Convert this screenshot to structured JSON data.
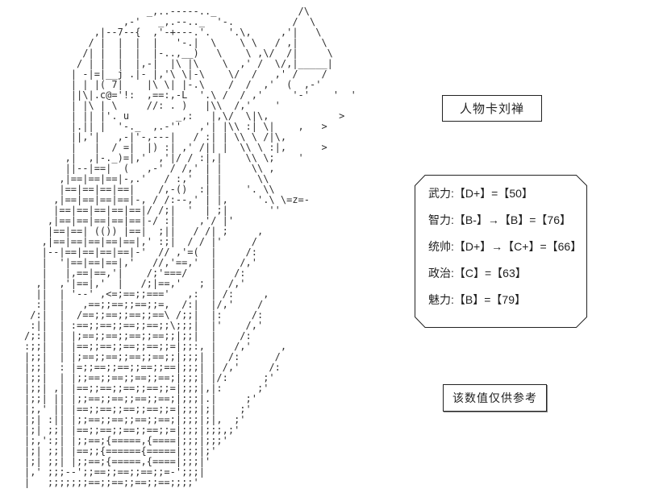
{
  "title": {
    "text": "人物卡刘禅"
  },
  "stats": {
    "items": [
      "武力:【D+】=【50】",
      "智力:【B-】→【B】=【76】",
      "统帅:【D+】→【C+】=【66】",
      "政治:【C】=【63】",
      "魅力:【B】=【79】"
    ]
  },
  "note": {
    "text": "该数值仅供参考"
  },
  "colors": {
    "ink": "#222222",
    "background": "#ffffff"
  },
  "art": {
    "lines": [
      "                     _,..-----.._              /\\",
      "                 ,-'   _,.--.._  '-.          /  \\",
      "            ,|--7--{  ,'-+---.'.   '.\\,     ,'|   \\",
      "           / |  |  |  |   '-.|  \\    \\ \\   / ,|    \\",
      "          /| |  |  |  |-..,__)   \\    \\ ,\\/  /|     \\",
      "         / | |  |  |,-|  |\\ |\\    \\  ,' /  \\/,|_____|",
      "        | -|=|__j .|- |,'\\ \\|-\\    \\/  /   ,' /    /",
      "        | | |( 7|    |\\ \\| |-.\\    /  /  ,'  (  ,-'",
      "        ||\\|.c@='!:  ,==:,-L  '.\\ /  / ,'     '-'    '  '",
      "        | |\\ | \\     //: . )   |\\\\  /,'    '",
      "        | || |'. u        _,:   |,\\/  \\|\\,            >",
      "        |.|| |  '-._  ,.-''   ,'| |\\\\ :| \\|    ,   >",
      "        ||,'|   ,-|'-,---|   / :| | \\\\ \\ /|\\,",
      "        |   |  / =|  |) :| ,' /|| |  \\\\ \\ :|,      >",
      "       ,|  ,|-._)=|,'  ,'|/ / :|,|    \\\\ \\;    '",
      "       ||--|==|  (   ,-' / /,' | |     \\\\ ,",
      "      ,|==|==|==|-,.'   / :,'  | |      \\\\",
      "      |==|==|==|==|    /,-()  :| |    '. \\\\",
      "     ,|==|==|==|==|-, / /:--,' | |,     '.\\ \\=z=-",
      "     |==|==|==|==|==|/ /;|  '  | ;|       ''",
      "    ,|==|==|==|==|==|-/ :|    ,'/ |'",
      "    |==|==| (()) |==|  ;||   / /| ;     ,",
      "   ,|==|==|==|==|==|,' :;|  / / |'     /",
      "   |--|==|==|==|==|-'  // ,'=(  |     /:",
      "   |  '|==|==|==|,'   //,'==,'  |    /,'",
      "   |   |,==|==,'|    /;'===/    |   /:",
      "  ,|  ,'|==|,'  |   /;|==,'   ; |  /,'",
      "  ||  | '--' ,<=;==;;==='   ,:  | /:     ,",
      "  :|  |   ,==;;==;;==;;=,  /:|  |/,'    /",
      " /:|  |  /==;;==;;==;;==\\ /;;|  |:     /:",
      " :||  | :==;;==;;==;;==;;\\;;;|  |'    /,'",
      "/;:|  | |;==;;==;;==;;==;;|;;|  |    /:",
      ":;;|  | |==;;==;;==;;==;;=|;;:, |   /,'     ,",
      "|;;|  | |;==;;==;;==;;==;;|;;;| |  /:      /",
      "|;;|  : |=;;==;;==;;==;;==|;;;| | /,'     /:",
      "|;;|  | |;;==;;==;;==;;==;|;;;| |/:      ;'",
      "|;;| ,| |==;;==;;==;;==;;=|;;;|,|:      ;'",
      "|;;| || |;;==;;==;;==;;==;|;;;|.|     ;'",
      "|;,' || |==;;==;;==;;==;;=|;;;|;|    ;'",
      "|;| :|| |;;==;;==;;==;;==;|;;;|;|,  ;'",
      "|;| ;;| |==;;==;;==;;==;;=|;;;|;;;,;'",
      "|;,':;| |;;==;{=====,{====|;;;|;;;'",
      "|;| ;;| |==;;{======{=====|;;;|;'",
      "|;| ;;| |;;==;{=====,{====|;;;|'",
      "|,' ;;;--';;==;;==;;==;;=-';;;|",
      "|   ;;;;;;;==;;==;;==;;==;;;;'"
    ]
  }
}
